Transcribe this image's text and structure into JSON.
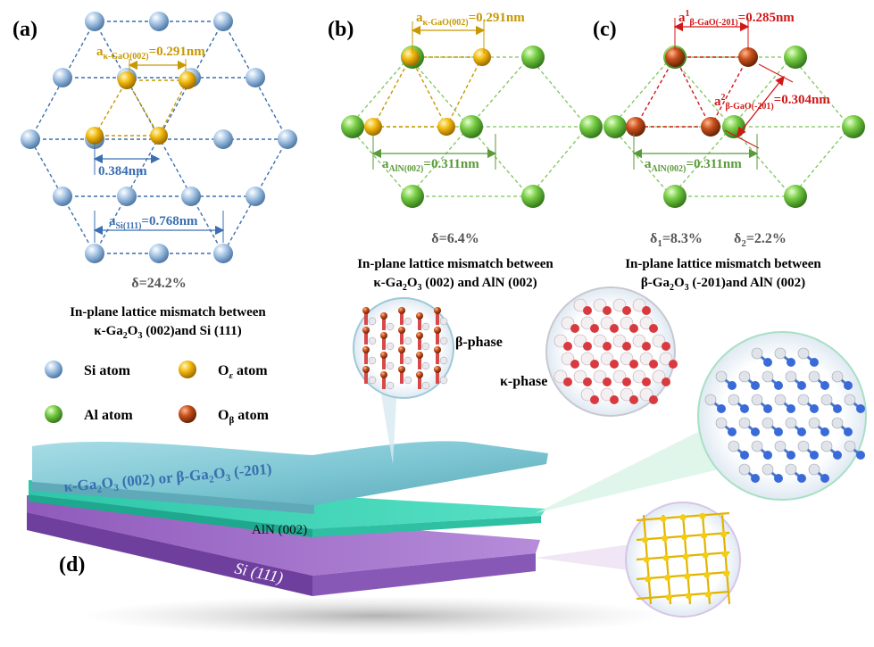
{
  "panels": {
    "a": {
      "label": "(a)",
      "spacing_label": "0.384nm",
      "lattice": {
        "a": "a",
        "sub": "κ-GaO(002)",
        "val": "=0.291nm"
      },
      "si_lattice": {
        "a": "a",
        "sub": "Si(111)",
        "val": "=0.768nm"
      },
      "delta": "δ=24.2%",
      "caption1": "In-plane lattice mismatch between",
      "caption2": {
        "p1": "κ-Ga",
        "s1": "2",
        "p2": "O",
        "s2": "3",
        "p3": " (002)and Si (111)"
      }
    },
    "b": {
      "label": "(b)",
      "top_lattice": {
        "a": "a",
        "sub": "κ-GaO(002)",
        "val": "=0.291nm"
      },
      "aln_lattice": {
        "a": "a",
        "sub": "AlN(002)",
        "val": "=0.311nm"
      },
      "delta": "δ=6.4%",
      "caption1": "In-plane lattice mismatch between",
      "caption2": {
        "p1": "κ-Ga",
        "s1": "2",
        "p2": "O",
        "s2": "3",
        "p3": " (002) and AlN (002)"
      }
    },
    "c": {
      "label": "(c)",
      "a1": {
        "a": "a",
        "sup": "1",
        "sub": "β-GaO(-201)",
        "val": "=0.285nm"
      },
      "a2": {
        "a": "a",
        "sup": "2",
        "sub": "β-GaO(-201)",
        "val": "=0.304nm"
      },
      "aln_lattice": {
        "a": "a",
        "sub": "AlN(002)",
        "val": "=0.311nm"
      },
      "delta1": {
        "p1": "δ",
        "s1": "1",
        "p2": "=8.3%"
      },
      "delta2": {
        "p1": "δ",
        "s1": "2",
        "p2": "=2.2%"
      },
      "caption1": "In-plane lattice mismatch between",
      "caption2": {
        "p1": "β-Ga",
        "s1": "2",
        "p2": "O",
        "s2": "3",
        "p3": " (-201)and AlN (002)"
      }
    },
    "d": {
      "label": "(d)",
      "layer_top": {
        "p1": "κ-Ga",
        "s1": "2",
        "p2": "O",
        "s2": "3",
        "p3": " (002) or β-Ga",
        "s3": "2",
        "p4": "O",
        "s4": "3",
        "p5": " (-201)"
      },
      "layer_mid": "AlN (002)",
      "layer_bottom": "Si (111)",
      "beta_phase": "β-phase",
      "kappa_phase": "κ-phase"
    }
  },
  "legend": [
    {
      "name": "si",
      "label": "Si atom"
    },
    {
      "name": "oe",
      "p1": "O",
      "sub": "ε",
      "p2": " atom"
    },
    {
      "name": "al",
      "label": "Al atom"
    },
    {
      "name": "ob",
      "p1": "O",
      "sub": "β",
      "p2": " atom"
    }
  ],
  "colors": {
    "si_atom": "#8fb4d8",
    "o_epsilon": "#f0b800",
    "al_atom": "#66c23a",
    "o_beta": "#c4501c",
    "blue_line": "#3a6fb0",
    "gold": "#c89800",
    "green": "#5a9a3a",
    "red": "#d01818",
    "layer_top": "#8fd0dc",
    "layer_mid": "#3fd6b8",
    "layer_bottom": "#9a62c4"
  }
}
